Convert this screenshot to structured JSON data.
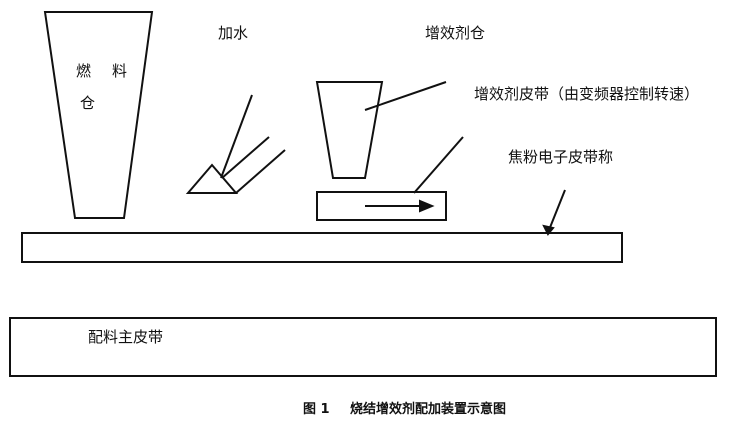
{
  "labels": {
    "fuel_bin_1": "燃",
    "fuel_bin_2": "料",
    "fuel_bin_3": "仓",
    "add_water": "加水",
    "additive_bin": "增效剂仓",
    "additive_belt": "增效剂皮带（由变频器控制转速）",
    "coke_scale": "焦粉电子皮带称",
    "main_belt": "配料主皮带"
  },
  "caption": {
    "figure": "图 1",
    "title": "烧结增效剂配加装置示意图"
  }
}
